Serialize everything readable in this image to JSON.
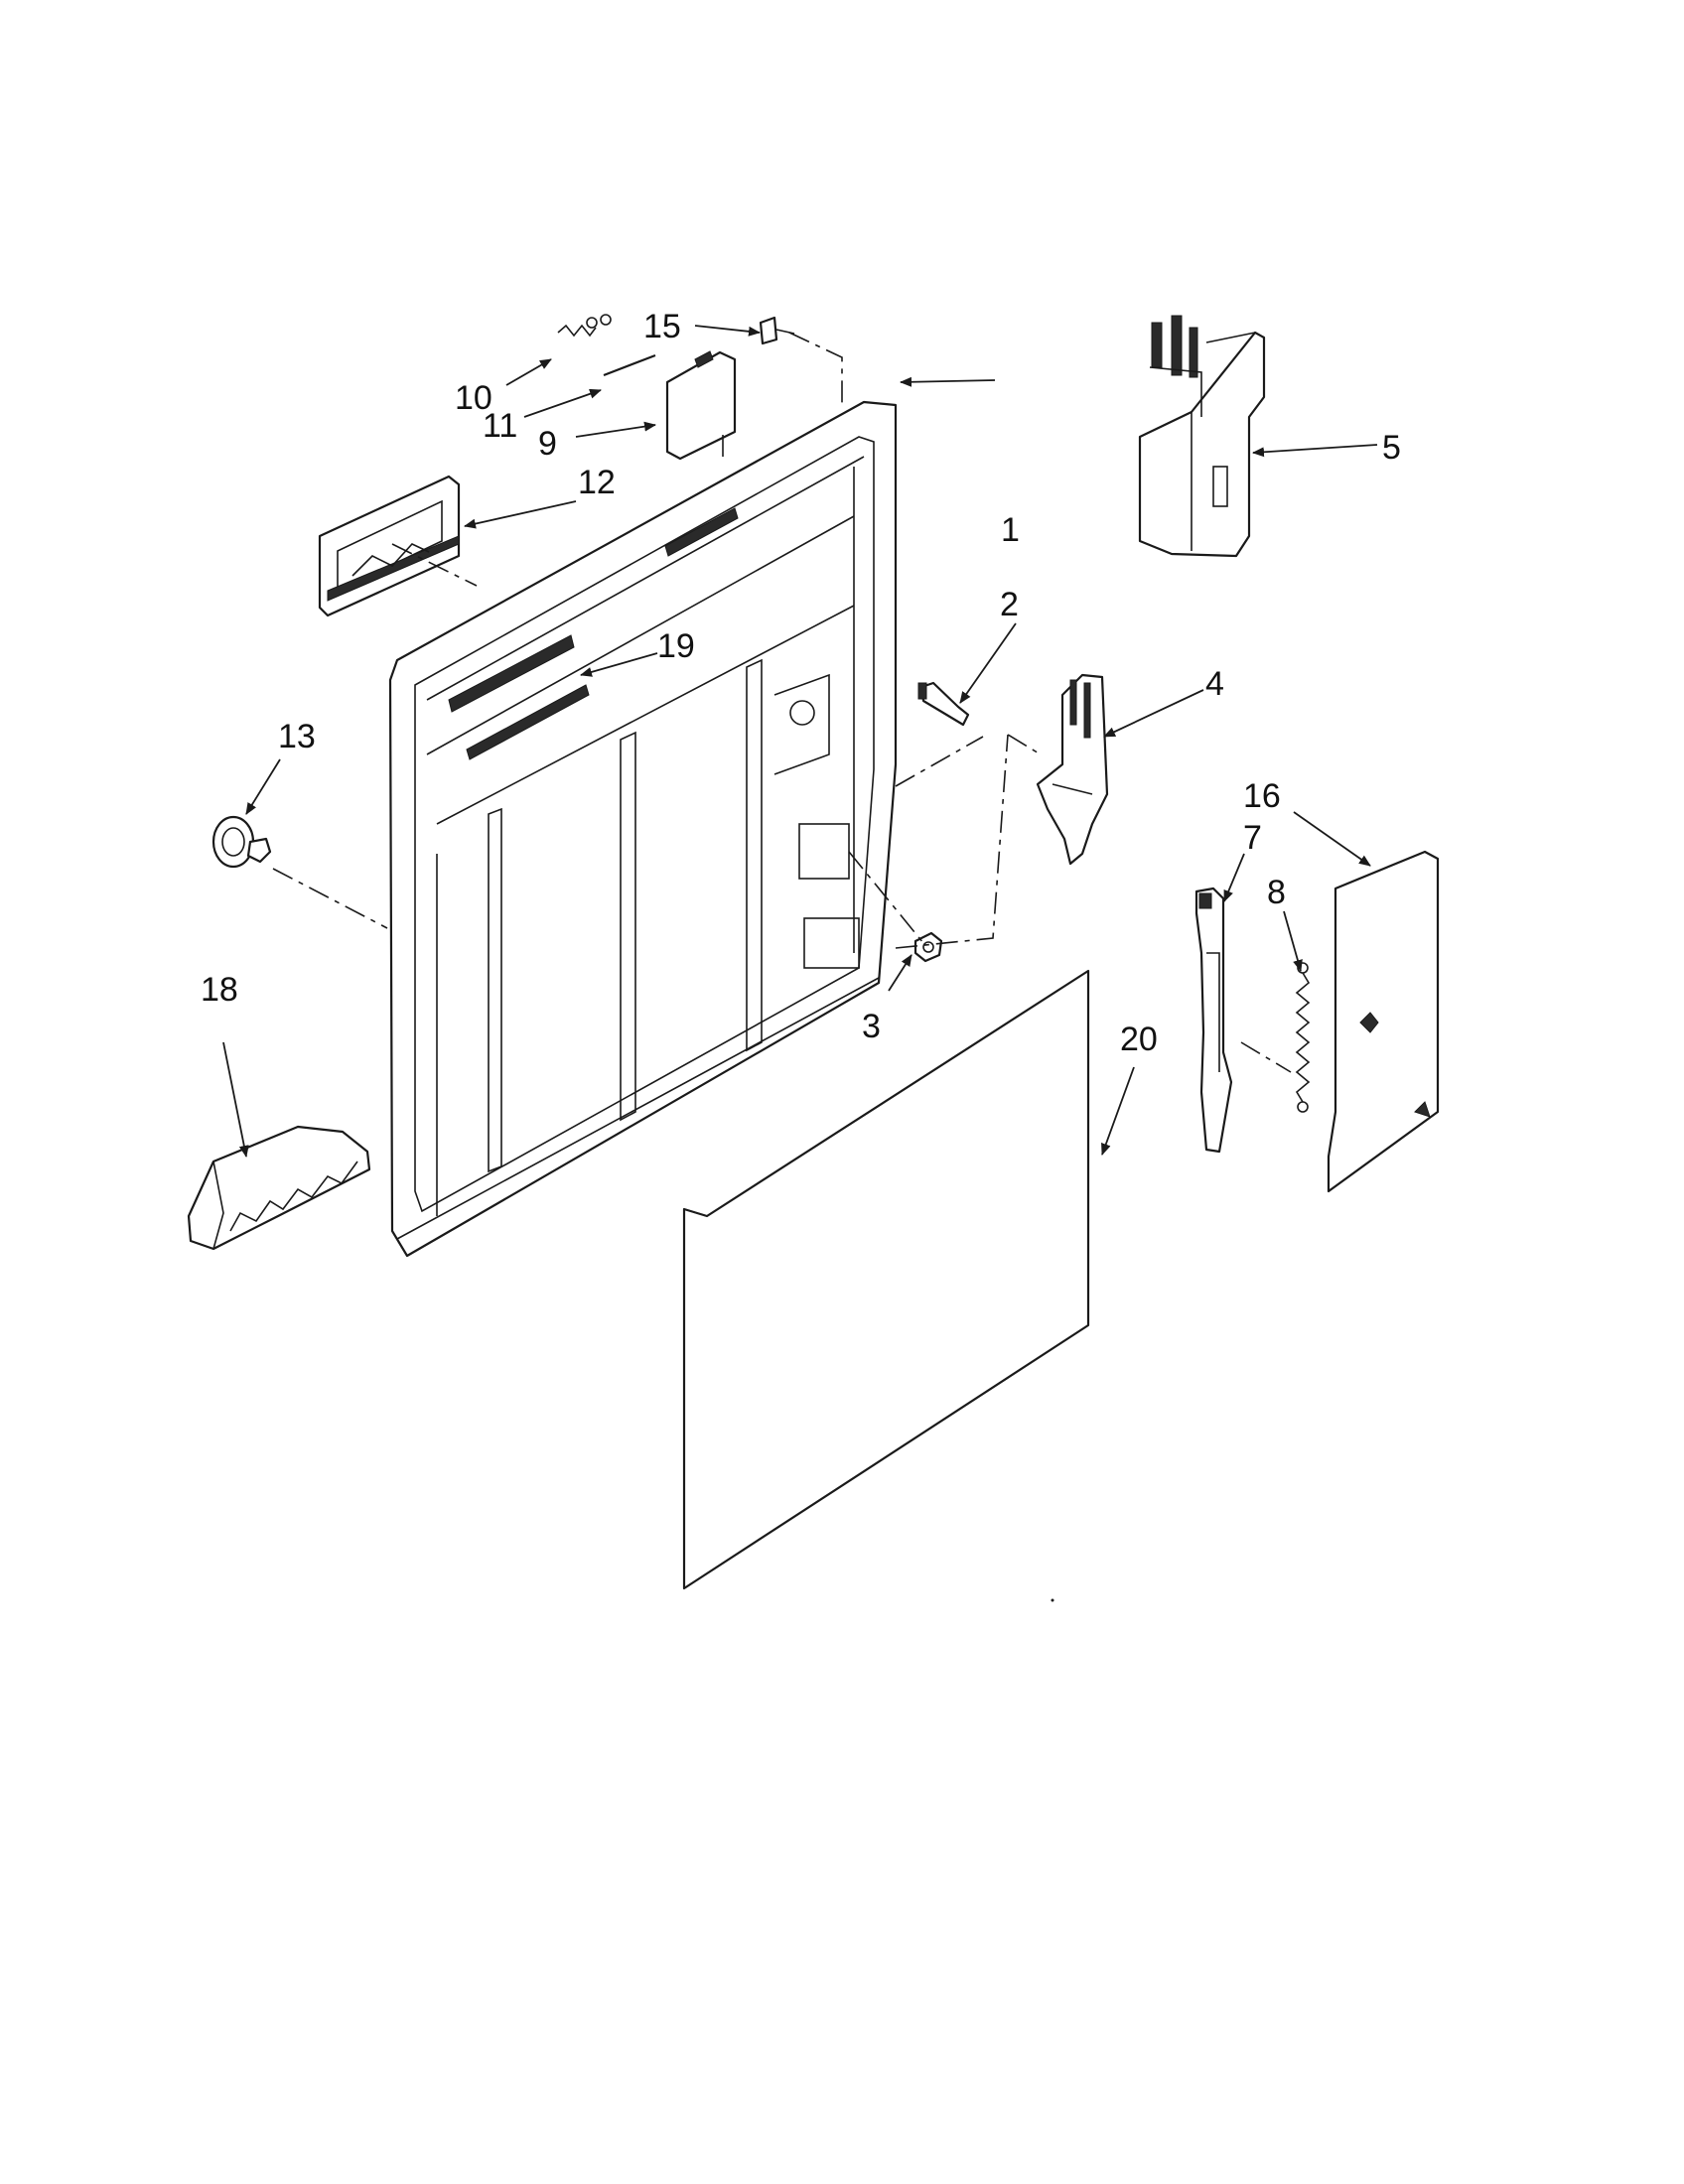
{
  "callouts": [
    {
      "id": "c1",
      "text": "1"
    },
    {
      "id": "c2",
      "text": "2"
    },
    {
      "id": "c3",
      "text": "3"
    },
    {
      "id": "c4",
      "text": "4"
    },
    {
      "id": "c5",
      "text": "5"
    },
    {
      "id": "c7",
      "text": "7"
    },
    {
      "id": "c8",
      "text": "8"
    },
    {
      "id": "c9",
      "text": "9"
    },
    {
      "id": "c10",
      "text": "10"
    },
    {
      "id": "c11",
      "text": "11"
    },
    {
      "id": "c12",
      "text": "12"
    },
    {
      "id": "c13",
      "text": "13"
    },
    {
      "id": "c15",
      "text": "15"
    },
    {
      "id": "c16",
      "text": "16"
    },
    {
      "id": "c18",
      "text": "18"
    },
    {
      "id": "c19",
      "text": "19"
    },
    {
      "id": "c20",
      "text": "20"
    }
  ],
  "colors": {
    "line": "#1a1a1a",
    "background": "#ffffff"
  }
}
